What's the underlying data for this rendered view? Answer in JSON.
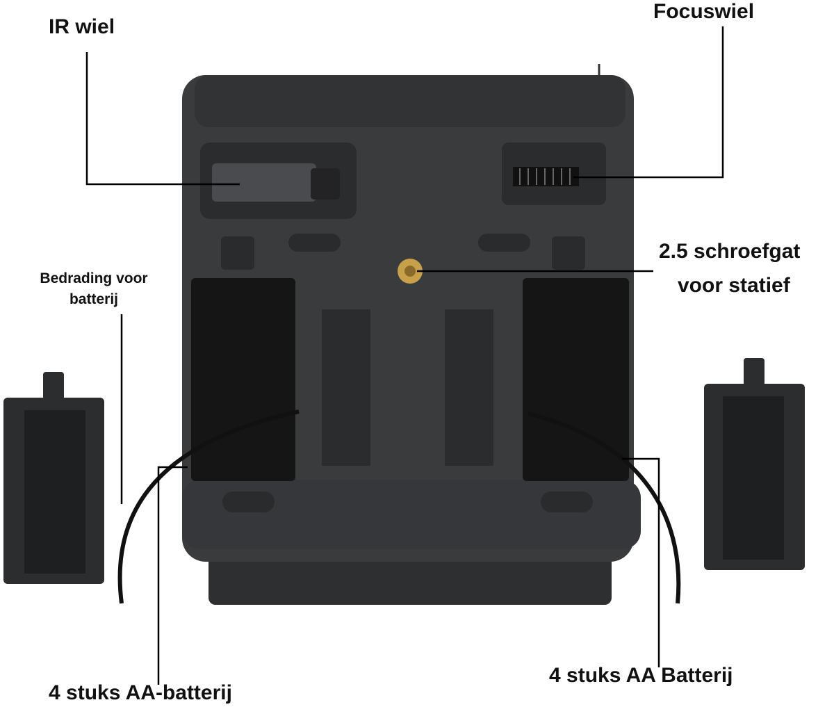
{
  "labels": {
    "ir_wheel": "IR wiel",
    "focus_wheel": "Focuswiel",
    "tripod_line1": "2.5 schroefgat",
    "tripod_line2": "voor statief",
    "wiring_line1": "Bedrading voor",
    "wiring_line2": "batterij",
    "batteries_left": "4 stuks AA-batterij",
    "batteries_right": "4 stuks AA Batterij"
  },
  "colors": {
    "body": "#3a3b3d",
    "body_dark": "#2a2b2d",
    "compartment": "#151515",
    "tripod_hole": "#c9a04a",
    "leader_line": "#000000"
  }
}
